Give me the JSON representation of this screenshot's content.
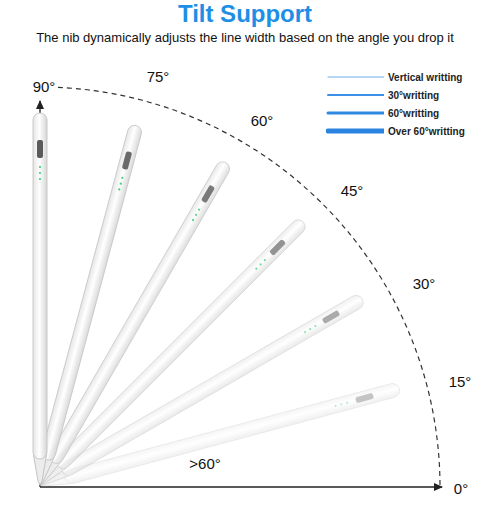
{
  "diagram": {
    "title": "Tilt Support",
    "caption": "The nib dynamically adjusts the line width based on the angle you drop it",
    "labels": [
      "90°",
      "75°",
      "60°",
      "45°",
      "30°",
      "15°",
      ">60°",
      "0°"
    ],
    "legend": [
      {
        "text": "Vertical writting"
      },
      {
        "text": "30°writting"
      },
      {
        "text": "60°writting"
      },
      {
        "text": "Over 60°writting"
      }
    ]
  }
}
